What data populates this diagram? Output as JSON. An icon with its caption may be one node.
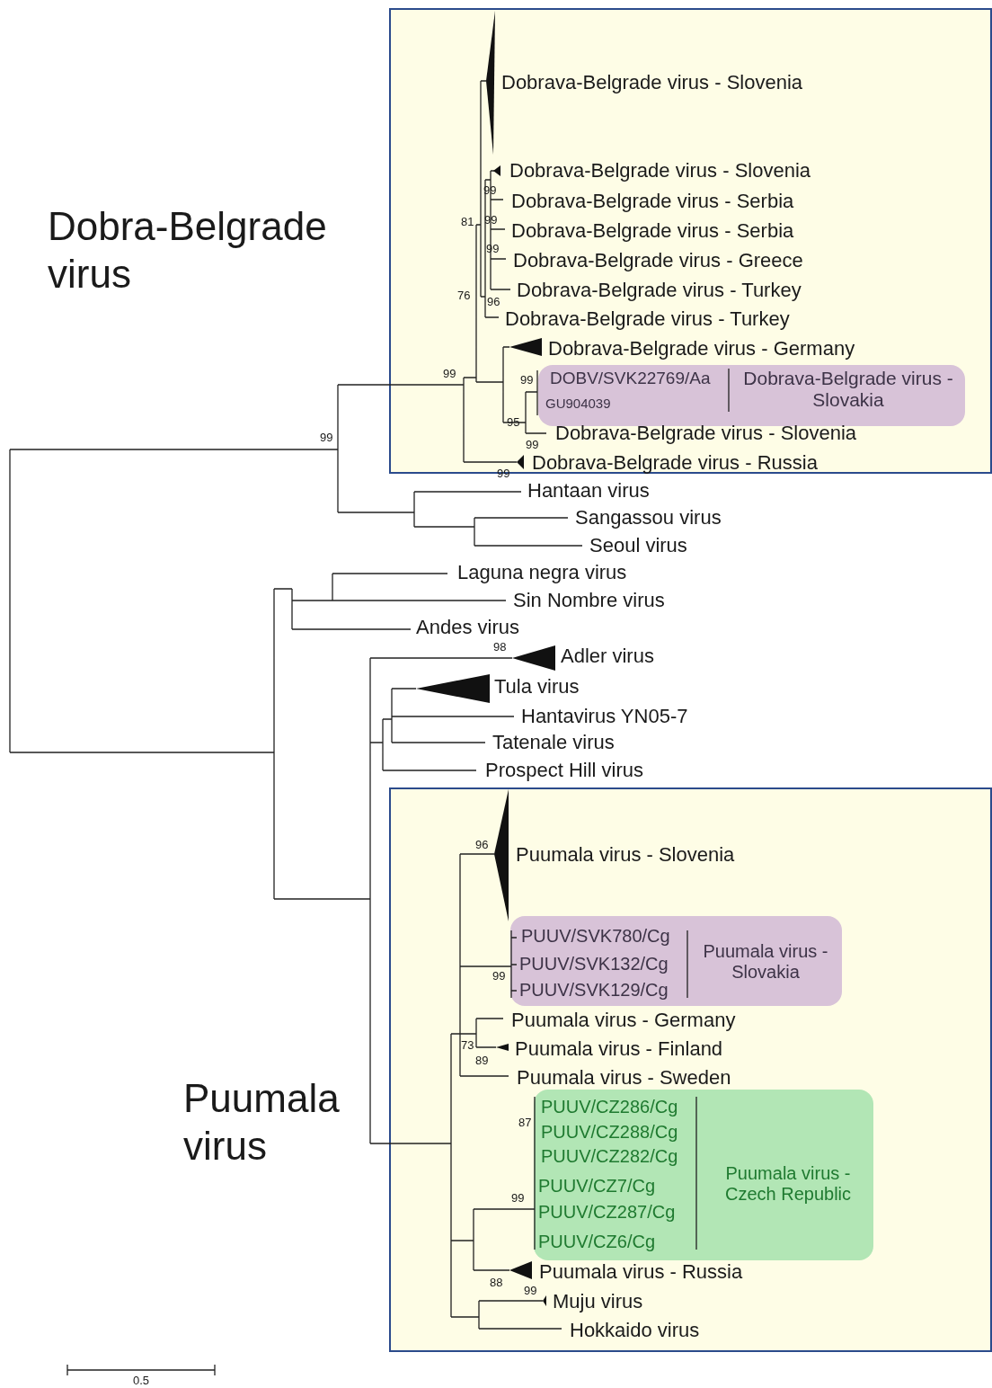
{
  "diagram": {
    "nodes": [
      {
        "text": [
          "Dobrava-Belgrade virus - Slovenia",
          "Dobrava-Belgrade virus - Slovenia",
          "Dobrava-Belgrade virus - Serbia",
          "Dobrava-Belgrade virus - Serbia",
          "Dobrava-Belgrade virus - Greece",
          "Dobrava-Belgrade virus - Turkey",
          "Dobrava-Belgrade virus - Turkey",
          "Dobrava-Belgrade virus - Germany",
          "Dobrava-Belgrade virus - Slovenia",
          "Dobrava-Belgrade virus - Russia"
        ]
      },
      {
        "text": [
          "DOBV/SVK22769/Aa",
          "GU904039",
          "Dobrava-Belgrade virus - Slovakia"
        ],
        "in": 0
      },
      {
        "text": [
          "Puumala virus - Slovenia",
          "Puumala virus - Germany",
          "Puumala virus - Finland",
          "Puumala virus - Sweden",
          "Puumala virus - Russia",
          "Muju virus",
          "Hokkaido virus"
        ]
      },
      {
        "text": [
          "PUUV/SVK780/Cg",
          "PUUV/SVK132/Cg",
          "PUUV/SVK129/Cg",
          "Puumala virus - Slovakia"
        ],
        "in": 2
      },
      {
        "text": [
          "PUUV/CZ286/Cg",
          "PUUV/CZ288/Cg",
          "PUUV/CZ282/Cg",
          "PUUV/CZ7/Cg",
          "PUUV/CZ287/Cg",
          "PUUV/CZ6/Cg",
          "Puumala virus - Czech Republic"
        ],
        "in": 2
      }
    ],
    "edges": [],
    "labels": [
      "Dobra-Belgrade virus",
      "99",
      "99",
      "81",
      "99",
      "76",
      "96",
      "99",
      "99",
      "95",
      "99",
      "99",
      "99",
      "Hantaan virus",
      "Sangassou virus",
      "Seoul virus",
      "Laguna negra virus",
      "Sin Nombre virus",
      "Andes virus",
      "98",
      "Adler virus",
      "Tula virus",
      "Hantavirus YN05-7",
      "Tatenale virus",
      "Prospect Hill virus",
      "96",
      "99",
      "73",
      "89",
      "Puumala virus",
      "87",
      "99",
      "88",
      "99",
      "0.5"
    ]
  }
}
